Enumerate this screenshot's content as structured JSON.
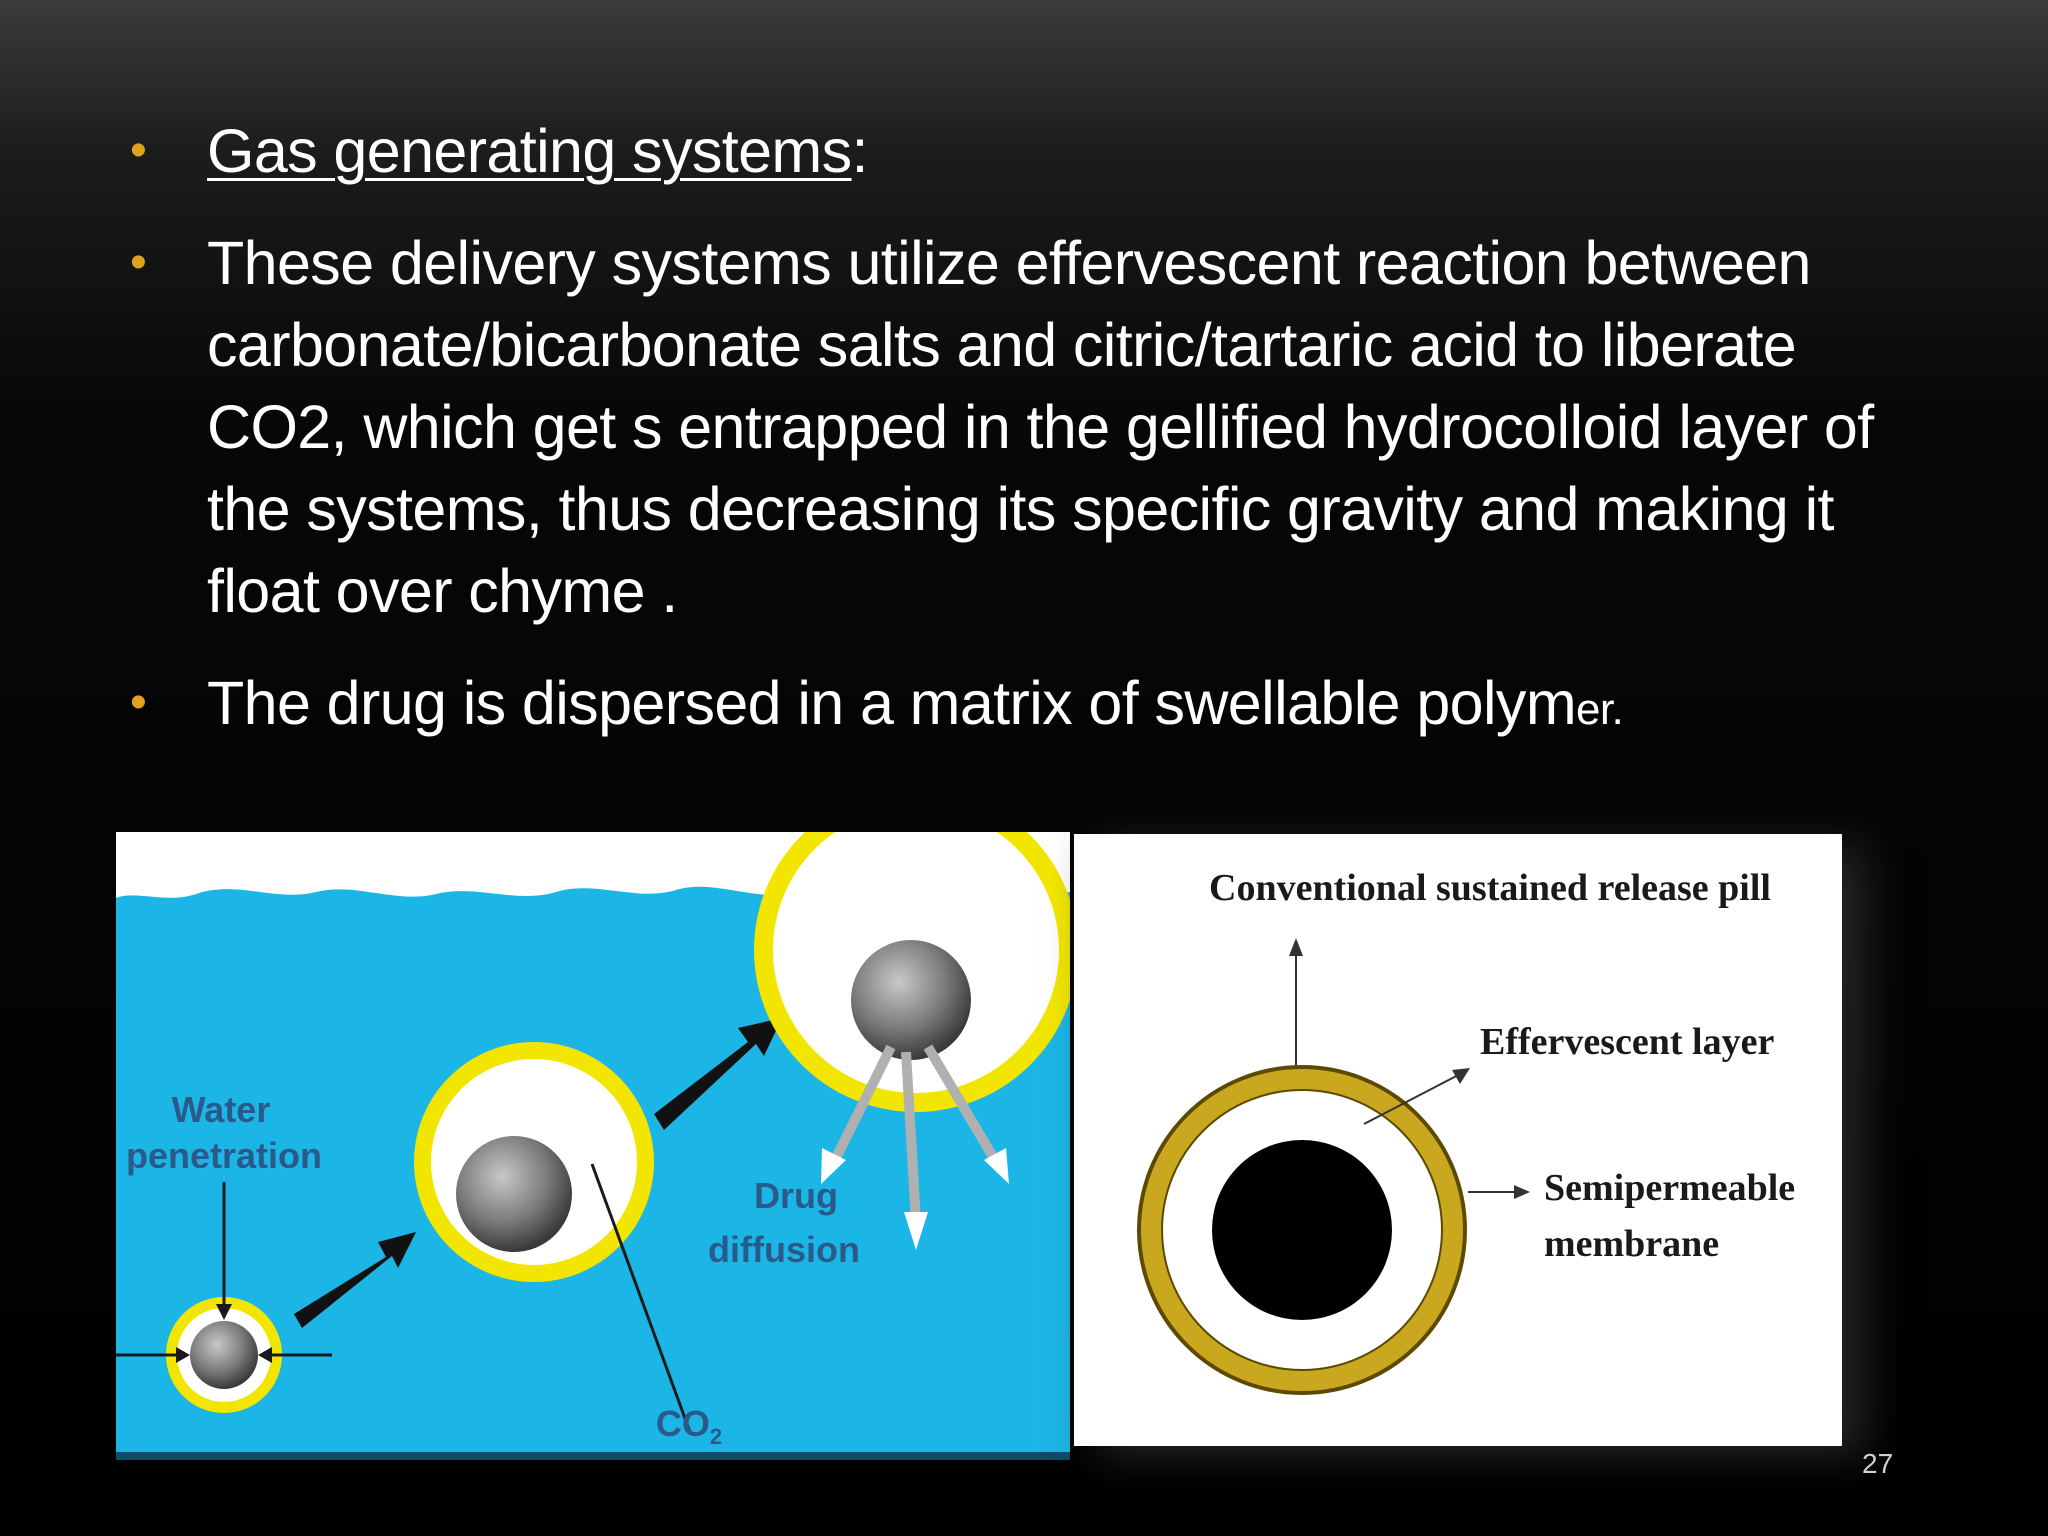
{
  "slide": {
    "bullets": [
      {
        "label": "Gas generating systems",
        "suffix": ":"
      },
      {
        "text": "These delivery systems utilize effervescent reaction between carbonate/bicarbonate salts and citric/tartaric acid to liberate CO2, which get s entrapped in the gellified hydrocolloid layer of the systems, thus decreasing its specific gravity and making it float over chyme ."
      },
      {
        "text_main": "The drug is dispersed in a matrix of swellable polym",
        "text_tail": "er."
      }
    ],
    "bullet_color": "#e0a020",
    "page_number": "27"
  },
  "left_figure": {
    "water_label_1": "Water",
    "water_label_2": "penetration",
    "drug_label_1": "Drug",
    "drug_label_2": "diffusion",
    "co2_label": "CO",
    "co2_subscript": "2",
    "water_color": "#1cb6e6",
    "shell_color": "#f2e600"
  },
  "right_figure": {
    "title": "Conventional sustained release pill",
    "effervescent_label": "Effervescent layer",
    "membrane_label_1": "Semipermeable",
    "membrane_label_2": "membrane",
    "ring_color": "#c9a71e"
  }
}
